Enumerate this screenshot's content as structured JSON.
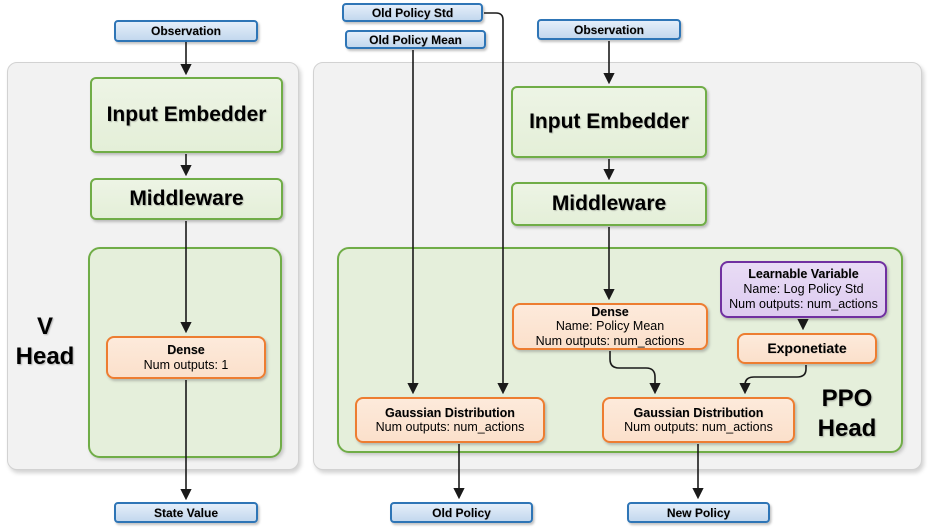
{
  "colors": {
    "io_border": "#2E75B6",
    "io_fill": "#D2E2F3",
    "op_border": "#70AD47",
    "op_fill": "#E8F1DF",
    "container_fill": "#E5EFDB",
    "proc_border": "#ED7D31",
    "proc_fill": "#FCE5D3",
    "var_border": "#7030A0",
    "var_fill": "#E3D4F2",
    "panel_fill": "#F2F2F2",
    "panel_border": "#D2D2D2",
    "arrow": "#1A1A1A"
  },
  "v_head": {
    "panel_label": {
      "line1": "V",
      "line2": "Head"
    },
    "observation": "Observation",
    "input_embedder": "Input Embedder",
    "middleware": "Middleware",
    "dense": {
      "title": "Dense",
      "num_outputs": "Num outputs: 1"
    },
    "state_value": "State Value"
  },
  "ppo_head": {
    "panel_label": {
      "line1": "PPO",
      "line2": "Head"
    },
    "old_policy_std": "Old Policy Std",
    "old_policy_mean": "Old Policy Mean",
    "observation": "Observation",
    "input_embedder": "Input Embedder",
    "middleware": "Middleware",
    "policy_mean_dense": {
      "title": "Dense",
      "name": "Name: Policy Mean",
      "num_outputs": "Num outputs: num_actions"
    },
    "learnable_variable": {
      "title": "Learnable Variable",
      "name": "Name: Log Policy Std",
      "num_outputs": "Num outputs: num_actions"
    },
    "exponetiate": "Exponetiate",
    "gaussian_old": {
      "title": "Gaussian Distribution",
      "num_outputs": "Num outputs: num_actions"
    },
    "gaussian_new": {
      "title": "Gaussian Distribution",
      "num_outputs": "Num outputs: num_actions"
    },
    "old_policy": "Old Policy",
    "new_policy": "New Policy"
  }
}
